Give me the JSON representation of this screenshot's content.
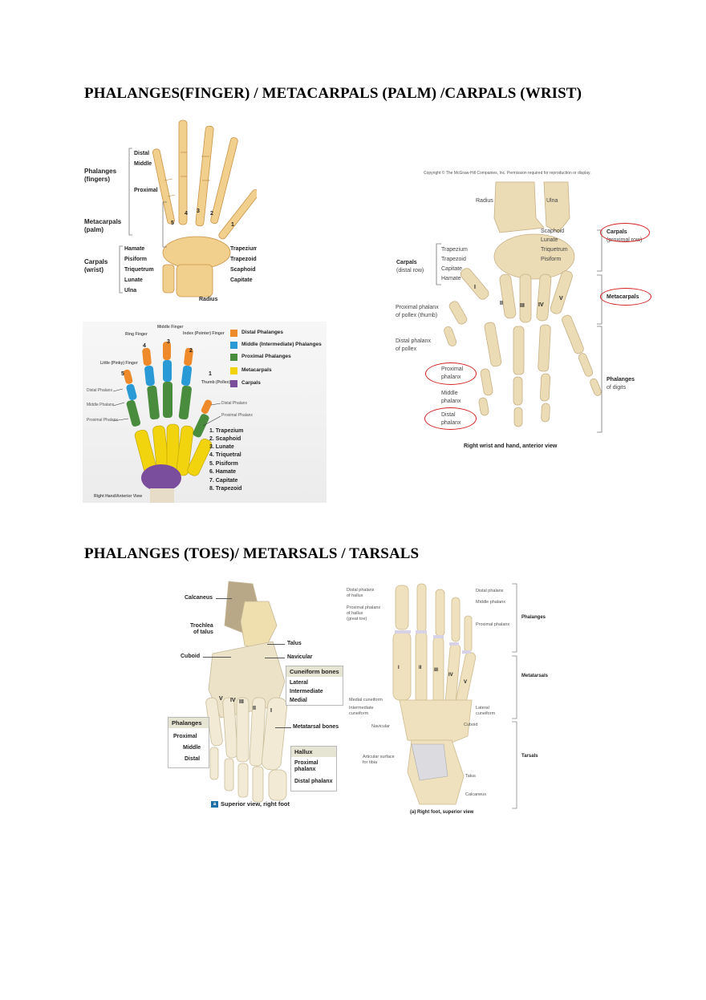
{
  "section1": {
    "heading": "PHALANGES(FINGER) / METACARPALS (PALM) /CARPALS (WRIST)",
    "figure_hand_labeled": {
      "left_labels": {
        "phalanges": "Phalanges",
        "phalanges_sub": "(fingers)",
        "distal": "Distal",
        "middle": "Middle",
        "proximal": "Proximal",
        "metacarpals": "Metacarpals",
        "metacarpals_sub": "(palm)",
        "carpals": "Carpals",
        "carpals_sub": "(wrist)",
        "hamate": "Hamate",
        "pisiform": "Pisiform",
        "triquetrum": "Triquetrum",
        "lunate": "Lunate",
        "ulna": "Ulna"
      },
      "right_labels": {
        "trapezium": "Trapezium",
        "trapezoid": "Trapezoid",
        "scaphoid": "Scaphoid",
        "capitate": "Capitate"
      },
      "bottom_label": "Radius",
      "finger_numbers": [
        "5",
        "4",
        "3",
        "2",
        "1"
      ]
    },
    "figure_hand_colored": {
      "finger_labels": {
        "ring": "Ring Finger",
        "ring_num": "4",
        "middle": "Middle Finger",
        "middle_num": "3",
        "index": "Index (Pointer) Finger",
        "index_num": "2",
        "little": "Little (Pinky) Finger",
        "little_num": "5",
        "thumb_num": "1",
        "thumb": "Thumb (Pollex)"
      },
      "side_labels": {
        "distal_phalanx_left": "Distal Phalanx",
        "middle_phalanx_left": "Middle Phalanx",
        "proximal_phalanx_left": "Proximal Phalanx",
        "distal_phalanx_thumb": "Distal Phalanx",
        "proximal_phalanx_thumb": "Proximal Phalanx"
      },
      "legend": [
        {
          "label": "Distal Phalanges",
          "color": "#ef8a2a"
        },
        {
          "label": "Middle (Intermediate) Phalanges",
          "color": "#2a9ad6"
        },
        {
          "label": "Proximal Phalanges",
          "color": "#4a8c3e"
        },
        {
          "label": "Metacarpals",
          "color": "#f2d40e"
        },
        {
          "label": "Carpals",
          "color": "#7a4e9c"
        }
      ],
      "carpal_list": [
        "1. Trapezium",
        "2. Scaphoid",
        "3. Lunate",
        "4. Triquetral",
        "5. Pisiform",
        "6. Hamate",
        "7. Capitate",
        "8. Trapezoid"
      ],
      "caption": "Right Hand/Anterior View"
    },
    "figure_wrist_hand": {
      "copyright": "Copyright © The McGraw-Hill Companies, Inc. Permission required for reproduction or display.",
      "radius": "Radius",
      "ulna": "Ulna",
      "scaphoid": "Scaphoid",
      "lunate": "Lunate",
      "triquetrum": "Triquetrum",
      "pisiform": "Pisiform",
      "carpals_proximal": "Carpals",
      "carpals_proximal_sub": "(proximal row)",
      "trapezium": "Trapezium",
      "trapezoid": "Trapezoid",
      "capitate": "Capitate",
      "hamate": "Hamate",
      "carpals_distal": "Carpals",
      "carpals_distal_sub": "(distal row)",
      "metacarpals": "Metacarpals",
      "roman": [
        "I",
        "II",
        "III",
        "IV",
        "V"
      ],
      "prox_phalanx_pollex": "Proximal phalanx",
      "prox_phalanx_pollex_sub": "of pollex (thumb)",
      "distal_phalanx_pollex": "Distal phalanx",
      "distal_phalanx_pollex_sub": "of pollex",
      "proximal_phalanx": "Proximal",
      "proximal_phalanx_sub": "phalanx",
      "middle_phalanx": "Middle",
      "middle_phalanx_sub": "phalanx",
      "distal_phalanx": "Distal",
      "distal_phalanx_sub": "phalanx",
      "phalanges_digits": "Phalanges",
      "phalanges_digits_sub": "of digits",
      "caption": "Right wrist and hand, anterior view",
      "annotation_color": "#d42020"
    }
  },
  "section2": {
    "heading": "PHALANGES (TOES)/ METARSALS / TARSALS",
    "figure_foot_a": {
      "calcaneus": "Calcaneus",
      "trochlea": "Trochlea",
      "trochlea_sub": "of talus",
      "cuboid": "Cuboid",
      "talus": "Talus",
      "navicular": "Navicular",
      "cuneiform_box": {
        "title": "Cuneiform bones",
        "items": [
          "Lateral",
          "Intermediate",
          "Medial"
        ]
      },
      "phalanges_box": {
        "title": "Phalanges",
        "items": [
          "Proximal",
          "Middle",
          "Distal"
        ]
      },
      "metatarsal": "Metatarsal bones",
      "hallux_box": {
        "title": "Hallux",
        "items": [
          "Proximal phalanx",
          "Distal phalanx"
        ]
      },
      "roman": [
        "V",
        "IV",
        "III",
        "II",
        "I"
      ],
      "caption_tag": "a",
      "caption": "Superior view, right foot"
    },
    "figure_foot_b": {
      "distal_hallux": "Distal phalanx",
      "distal_hallux_sub": "of hallux",
      "proximal_hallux": "Proximal phalanx",
      "proximal_hallux_sub1": "of hallux",
      "proximal_hallux_sub2": "(great toe)",
      "distal_phalanx": "Distal phalanx",
      "middle_phalanx": "Middle phalanx",
      "proximal_phalanx": "Proximal phalanx",
      "phalanges": "Phalanges",
      "metatarsals": "Metatarsals",
      "tarsals": "Tarsals",
      "medial_cuneiform": "Medial cuneiform",
      "intermediate_cuneiform": "Intermediate",
      "intermediate_cuneiform_sub": "cuneiform",
      "lateral_cuneiform": "Lateral",
      "lateral_cuneiform_sub": "cuneiform",
      "navicular": "Navicular",
      "cuboid": "Cuboid",
      "articular": "Articular surface",
      "articular_sub": "for tibia",
      "talus": "Talus",
      "calcaneus": "Calcaneus",
      "roman": [
        "I",
        "II",
        "III",
        "IV",
        "V"
      ],
      "caption": "(a) Right foot, superior view"
    }
  }
}
